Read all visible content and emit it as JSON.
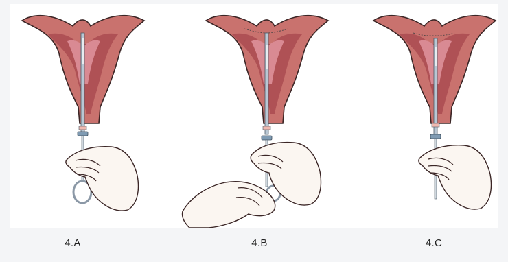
{
  "figure": {
    "panels": [
      {
        "id": "4A",
        "label": "4.A"
      },
      {
        "id": "4B",
        "label": "4.B"
      },
      {
        "id": "4C",
        "label": "4.C"
      }
    ]
  },
  "colors": {
    "uterus_outer": "#c9726e",
    "uterus_inner": "#a9494f",
    "cavity": "#d98a93",
    "skin": "#fbf6f1",
    "outline": "#3b2626",
    "tube": "#b9c7d4",
    "stopper_blue": "#7f9bb3",
    "stopper_pink": "#f0b9b0"
  }
}
